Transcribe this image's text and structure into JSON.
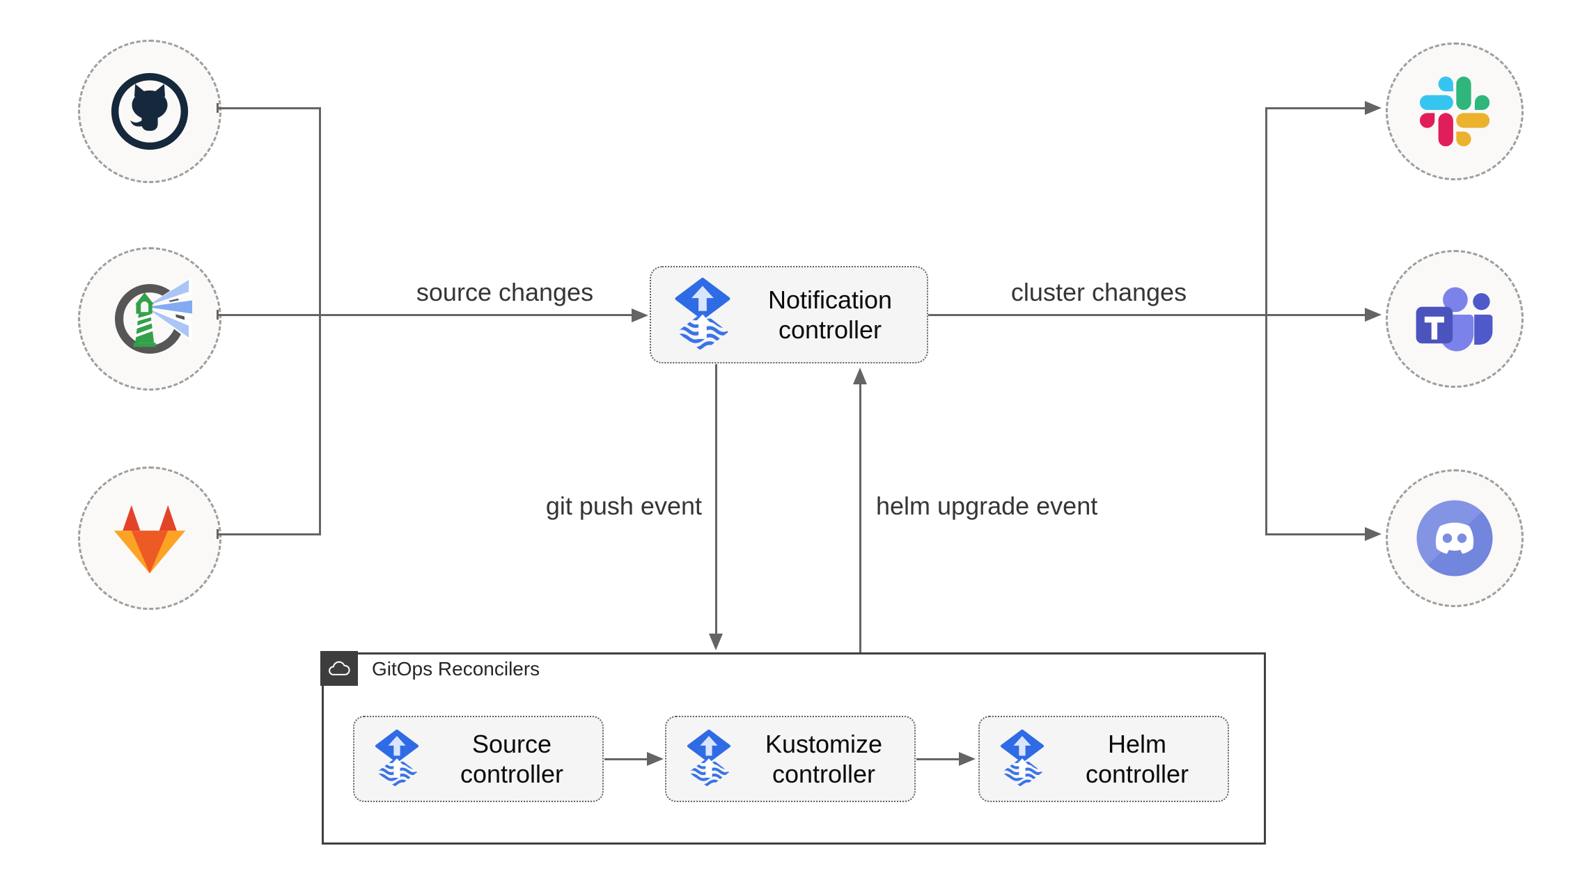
{
  "diagram_type": "flux-notification-architecture",
  "sources": [
    {
      "name": "GitHub",
      "icon": "github-icon"
    },
    {
      "name": "Harbor",
      "icon": "harbor-icon"
    },
    {
      "name": "GitLab",
      "icon": "gitlab-icon"
    }
  ],
  "notifiers": [
    {
      "name": "Slack",
      "icon": "slack-icon"
    },
    {
      "name": "Microsoft Teams",
      "icon": "teams-icon"
    },
    {
      "name": "Discord",
      "icon": "discord-icon"
    }
  ],
  "notification_controller": {
    "label": "Notification\ncontroller",
    "icon": "flux-icon"
  },
  "edges": {
    "source_changes": "source changes",
    "cluster_changes": "cluster changes",
    "git_push_event": "git push event",
    "helm_upgrade_event": "helm upgrade event"
  },
  "reconcilers": {
    "title": "GitOps Reconcilers",
    "badge_icon": "cloud-icon",
    "items": [
      {
        "label": "Source\ncontroller",
        "icon": "flux-icon"
      },
      {
        "label": "Kustomize\ncontroller",
        "icon": "flux-icon"
      },
      {
        "label": "Helm\ncontroller",
        "icon": "flux-icon"
      }
    ]
  },
  "colors": {
    "canvas_bg": "#ffffff",
    "line": "#646464",
    "node_fill": "#f5f5f5",
    "node_border": "#606060",
    "node_text": "#0a0a0a",
    "label_text": "#353535",
    "circle_fill": "#faf9f7",
    "circle_border": "#9e9e9e",
    "container_border": "#404040",
    "badge_bg": "#3d3d3d",
    "flux_blue": "#2f6be4",
    "github_dark": "#16283c",
    "harbor_green": "#33a04a",
    "gitlab_red": "#e24329",
    "gitlab_orange": "#ee5a24",
    "gitlab_amber": "#fca326",
    "slack_blue": "#36C5F0",
    "slack_green": "#2EB67D",
    "slack_yellow": "#ECB22E",
    "slack_pink": "#E01E5A",
    "teams_purple": "#4b53bc",
    "teams_light_purple": "#7b83eb",
    "discord_blurple": "#7289da"
  }
}
